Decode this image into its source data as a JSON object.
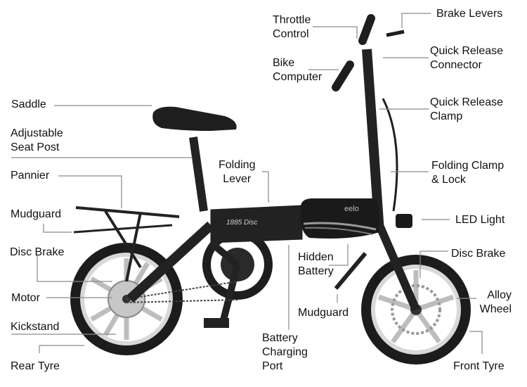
{
  "diagram": {
    "subject": "Folding electric bike anatomy",
    "frame_text": "1885 Disc",
    "battery_brand": "eelo",
    "labels": {
      "throttle_control": [
        "Throttle",
        "Control"
      ],
      "brake_levers": [
        "Brake Levers"
      ],
      "bike_computer": [
        "Bike",
        "Computer"
      ],
      "quick_release_connector": [
        "Quick Release",
        "Connector"
      ],
      "saddle": [
        "Saddle"
      ],
      "quick_release_clamp": [
        "Quick Release",
        "Clamp"
      ],
      "adjustable_seat_post": [
        "Adjustable",
        "Seat Post"
      ],
      "folding_lever": [
        "Folding",
        "Lever"
      ],
      "folding_clamp_lock": [
        "Folding Clamp",
        "& Lock"
      ],
      "pannier": [
        "Pannier"
      ],
      "mudguard_rear": [
        "Mudguard"
      ],
      "led_light": [
        "LED Light"
      ],
      "disc_brake_rear": [
        "Disc Brake"
      ],
      "hidden_battery": [
        "Hidden",
        "Battery"
      ],
      "disc_brake_front": [
        "Disc Brake"
      ],
      "motor": [
        "Motor"
      ],
      "alloy_wheel": [
        "Alloy",
        "Wheel"
      ],
      "mudguard_front": [
        "Mudguard"
      ],
      "kickstand": [
        "Kickstand"
      ],
      "battery_charging_port": [
        "Battery",
        "Charging",
        "Port"
      ],
      "rear_tyre": [
        "Rear Tyre"
      ],
      "front_tyre": [
        "Front Tyre"
      ]
    }
  }
}
